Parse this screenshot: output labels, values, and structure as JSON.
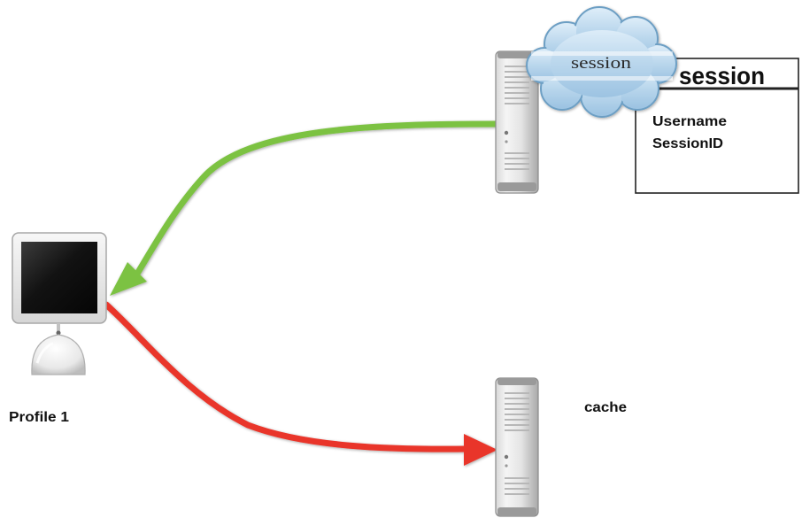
{
  "nodes": {
    "client": {
      "label": "Profile 1",
      "icon": "desktop-computer-icon"
    },
    "session_server": {
      "icon": "server-tower-icon",
      "cloud": {
        "label": "session",
        "icon": "cloud-icon"
      }
    },
    "cache_server": {
      "label": "cache",
      "icon": "server-tower-icon"
    }
  },
  "session_box": {
    "title": "session",
    "fields": [
      "Username",
      "SessionID"
    ]
  },
  "connections": [
    {
      "from": "session_server",
      "to": "client",
      "color": "#7cc242"
    },
    {
      "from": "client",
      "to": "cache_server",
      "color": "#e9342a"
    }
  ],
  "colors": {
    "green_arrow": "#7cc242",
    "red_arrow": "#e9342a",
    "cloud_fill": "#bcd9ee",
    "cloud_stroke": "#6d9fc4"
  }
}
